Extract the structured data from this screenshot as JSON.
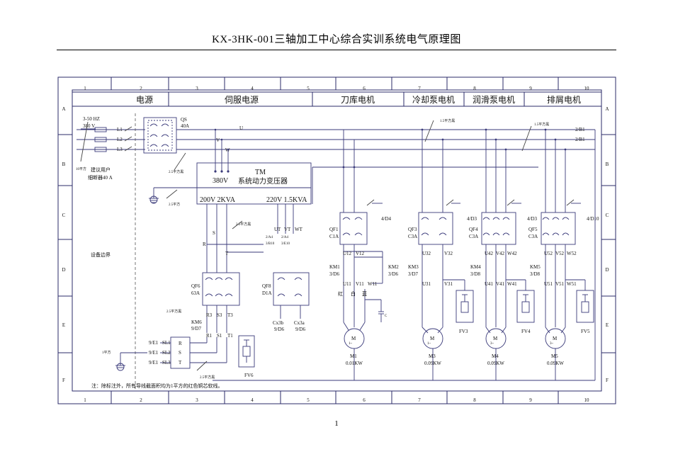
{
  "document": {
    "title": "KX-3HK-001三轴加工中心综合实训系统电气原理图",
    "page_number": "1"
  },
  "grid": {
    "columns": [
      "1",
      "2",
      "3",
      "4",
      "5",
      "6",
      "7",
      "8",
      "9",
      "10"
    ],
    "rows": [
      "A",
      "B",
      "C",
      "D",
      "E",
      "F"
    ]
  },
  "headers": {
    "power": "电源",
    "servo_power": "伺服电源",
    "tool_magazine_motor": "刀库电机",
    "coolant_pump_motor": "冷却泵电机",
    "lube_pump_motor": "润滑泵电机",
    "chip_motor": "排屑电机"
  },
  "supply": {
    "freq": "3-50 HZ",
    "voltage": "380 V",
    "phases": [
      "L1",
      "L2",
      "L3"
    ],
    "breaker": "QS",
    "breaker_rating": "40A",
    "bus": [
      "U",
      "V",
      "W"
    ],
    "bus_refs": [
      "2/B1",
      "2/B1"
    ],
    "user_breaker_line1": "建议用户",
    "user_breaker_line2": "细断器40 A",
    "equipment_boundary": "设备边界"
  },
  "wire_notes": {
    "sq10": "10平方",
    "sq25": "2.5平方黑",
    "sq25b": "2.5平方",
    "sq1": "1平方",
    "sq15": "1.5平方黑"
  },
  "transformer": {
    "id": "TM",
    "name": "系统动力变压器",
    "primary": "380V",
    "secondary1": "200V  2KVA",
    "secondary2": "220V  1.5KVA",
    "taps": [
      "UT",
      "VT",
      "WT"
    ],
    "tap_refs1": [
      "2/A4",
      "2/A4"
    ],
    "tap_refs2": [
      "3/B10",
      "3/E10"
    ],
    "rst": [
      "R",
      "S",
      "T"
    ]
  },
  "servo": {
    "qf6": "QF6",
    "qf6_rating": "63A",
    "qf8": "QF8",
    "qf8_rating": "D1A",
    "km6": "KM6",
    "km6_ref": "9/D7",
    "out3": [
      "R3",
      "S3",
      "T3"
    ],
    "out1": [
      "R1",
      "S1",
      "T1"
    ],
    "cx3b": "Cx3b",
    "cx3b_ref": "9/D6",
    "cx3a": "Cx3a",
    "cx3a_ref": "9/D6",
    "sl_refs": [
      "9/E1",
      "9/E1",
      "9/E1"
    ],
    "sl": [
      "SL1",
      "SL2",
      "SL3"
    ],
    "sl_letters": [
      "R",
      "S",
      "T"
    ],
    "fv": "FV6"
  },
  "magazine": {
    "qf": "QF1",
    "qf_rating": "C1A",
    "terms_top": [
      "U12",
      "V12"
    ],
    "km1": "KM1",
    "km1_ref": "3/D6",
    "km2": "KM2",
    "km2_ref": "3/D6",
    "terms_bot": [
      "U11",
      "V11",
      "W11"
    ],
    "colors": [
      "红",
      "白",
      "蓝"
    ],
    "ref": "4/D4",
    "cap": "C",
    "motor_id": "M1",
    "motor_phase": "1~",
    "motor_power": "0.01KW"
  },
  "coolant": {
    "qf": "QF3",
    "qf_rating": "C3A",
    "terms_top": [
      "U32",
      "V32"
    ],
    "km": "KM3",
    "km_ref": "3/D7",
    "terms_bot": [
      "U31",
      "V31"
    ],
    "fv": "FV3",
    "motor_id": "M3",
    "motor_phase": "1~",
    "motor_power": "0.09KW"
  },
  "lube": {
    "qf": "QF4",
    "qf_rating": "C3A",
    "ref": "4/D3",
    "terms_top": [
      "U42",
      "V42",
      "W42"
    ],
    "km": "KM4",
    "km_ref": "3/D8",
    "terms_bot": [
      "U41",
      "V41",
      "W41"
    ],
    "fv": "FV4",
    "motor_id": "M4",
    "motor_phase": "3~",
    "motor_power": "0.09KW"
  },
  "chip": {
    "qf": "QF5",
    "qf_rating": "C3A",
    "ref1": "4/D3",
    "ref2": "4/D10",
    "terms_top": [
      "U52",
      "V52",
      "W52"
    ],
    "km": "KM5",
    "km_ref": "3/D8",
    "terms_bot": [
      "U51",
      "V51",
      "W51"
    ],
    "fv": "FV5",
    "motor_id": "M5",
    "motor_phase": "3~",
    "motor_power": "0.09KW"
  },
  "motor_symbol": "M",
  "footnote": "注：除标注外，所有导线截面积均为1平方的红色铜芯软线。"
}
